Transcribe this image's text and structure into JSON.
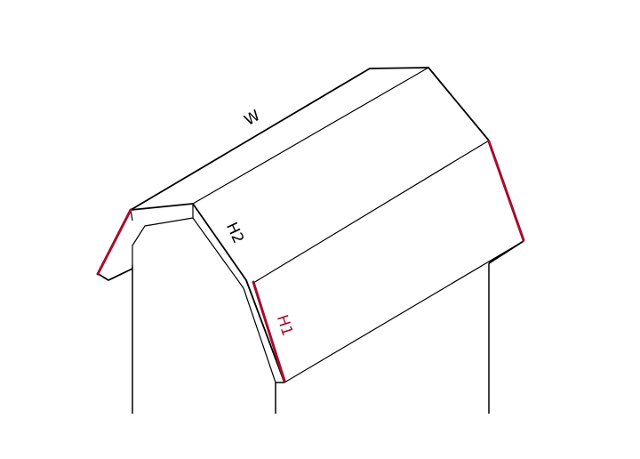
{
  "diagram": {
    "labels": {
      "width": "W",
      "height_upper": "H2",
      "height_lower": "H1"
    },
    "colors": {
      "outline": "#000000",
      "highlight": "#a50e2d",
      "background": "#ffffff"
    }
  }
}
